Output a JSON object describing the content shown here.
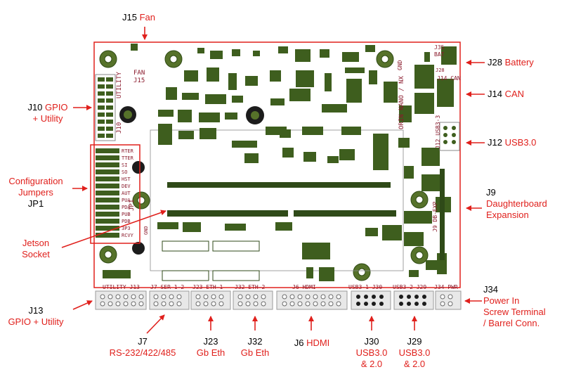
{
  "labels": {
    "j15": {
      "ref": "J15",
      "name": "Fan"
    },
    "j28": {
      "ref": "J28",
      "name": "Battery"
    },
    "j14": {
      "ref": "J14",
      "name": "CAN"
    },
    "j12": {
      "ref": "J12",
      "name": "USB3.0"
    },
    "j10": {
      "ref": "J10",
      "name": "GPIO",
      "name2": "+ Utility"
    },
    "jp1": {
      "line1": "Configuration",
      "line2": "Jumpers",
      "ref": "JP1"
    },
    "j9": {
      "ref": "J9",
      "line1": "Daughterboard",
      "line2": "Expansion"
    },
    "socket": {
      "line1": "Jetson",
      "line2": "Socket"
    },
    "j13": {
      "ref": "J13",
      "name": "GPIO + Utility"
    },
    "j7": {
      "ref": "J7",
      "name": "RS-232/422/485"
    },
    "j23": {
      "ref": "J23",
      "name": "Gb Eth"
    },
    "j32": {
      "ref": "J32",
      "name": "Gb Eth"
    },
    "j6": {
      "ref": "J6",
      "name": "HDMI"
    },
    "j30": {
      "ref": "J30",
      "line1": "USB3.0",
      "line2": "& 2.0"
    },
    "j29": {
      "ref": "J29",
      "line1": "USB3.0",
      "line2": "& 2.0"
    },
    "j34": {
      "ref": "J34",
      "line1": "Power In",
      "line2": "Screw Terminal",
      "line3": "/ Barrel Conn."
    }
  },
  "silkscreen": {
    "utility_left": "UTILITY",
    "j10": "J10",
    "fan": "FAN",
    "j15": "J15",
    "gnd_top": "GND",
    "orin": "ORIN NANO / NX",
    "j35": "J35",
    "bat": "BAT",
    "j28": "J28",
    "j14_can": "J14 CAN",
    "j12_usb": "J12 USB3-3",
    "db_exp": "J9 DB-EXP",
    "jp1": "JP1",
    "gnd_left": "GND",
    "jumpers": [
      "RTER",
      "TTER",
      "SI",
      "SO",
      "HST",
      "DEV",
      "AUT",
      "PUA",
      "PDA",
      "PUB",
      "PDB",
      "3P3",
      "RCVY"
    ],
    "bottom": [
      "UTILITY J13",
      "J7 SER 1-2",
      "J23 ETH-1",
      "J32 ETH-2",
      "J6 HDMI",
      "USB3-1 J30",
      "USB3-2 J29",
      "J34 PWR"
    ]
  }
}
